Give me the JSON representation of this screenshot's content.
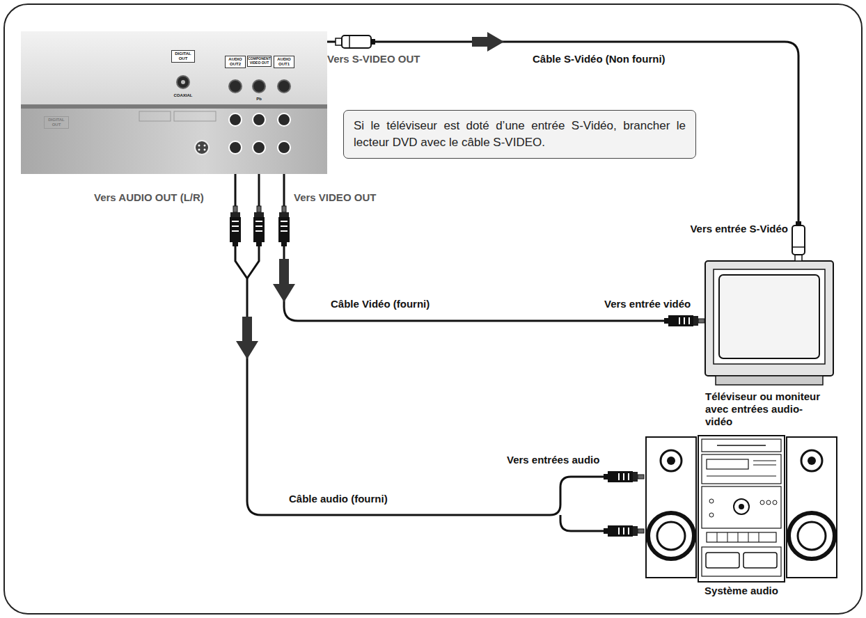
{
  "diagram": {
    "nodes": [
      {
        "text": [
          "DIGITAL OUT",
          "DIGITAL OUT",
          "COAXIAL",
          "AUDIO OUT2",
          "COMPONENT VIDEO OUT",
          "Pb",
          "AUDIO OUT1"
        ]
      },
      {
        "text": [
          "Si le téléviseur est doté d’une entrée S-Vidéo, brancher le lecteur DVD avec le câble S-VIDEO."
        ]
      },
      {
        "text": [
          "Téléviseur ou moniteur avec entrées audio-vidéo"
        ]
      },
      {
        "text": [
          "Système audio"
        ]
      }
    ],
    "edges": [
      {
        "from": 0,
        "to": 2,
        "arrow": "to",
        "label": "Câble S-Vidéo (Non fourni)"
      },
      {
        "from": 0,
        "to": 2,
        "arrow": "to",
        "label": "Câble Vidéo (fourni)"
      },
      {
        "from": 0,
        "to": 3,
        "arrow": "to",
        "label": "Câble audio (fourni)"
      }
    ],
    "labels": [
      "Vers S-VIDEO OUT",
      "Vers AUDIO OUT (L/R)",
      "Vers VIDEO OUT",
      "Vers entrée S-Vidéo",
      "Vers entrée vidéo",
      "Vers entrées audio"
    ]
  }
}
